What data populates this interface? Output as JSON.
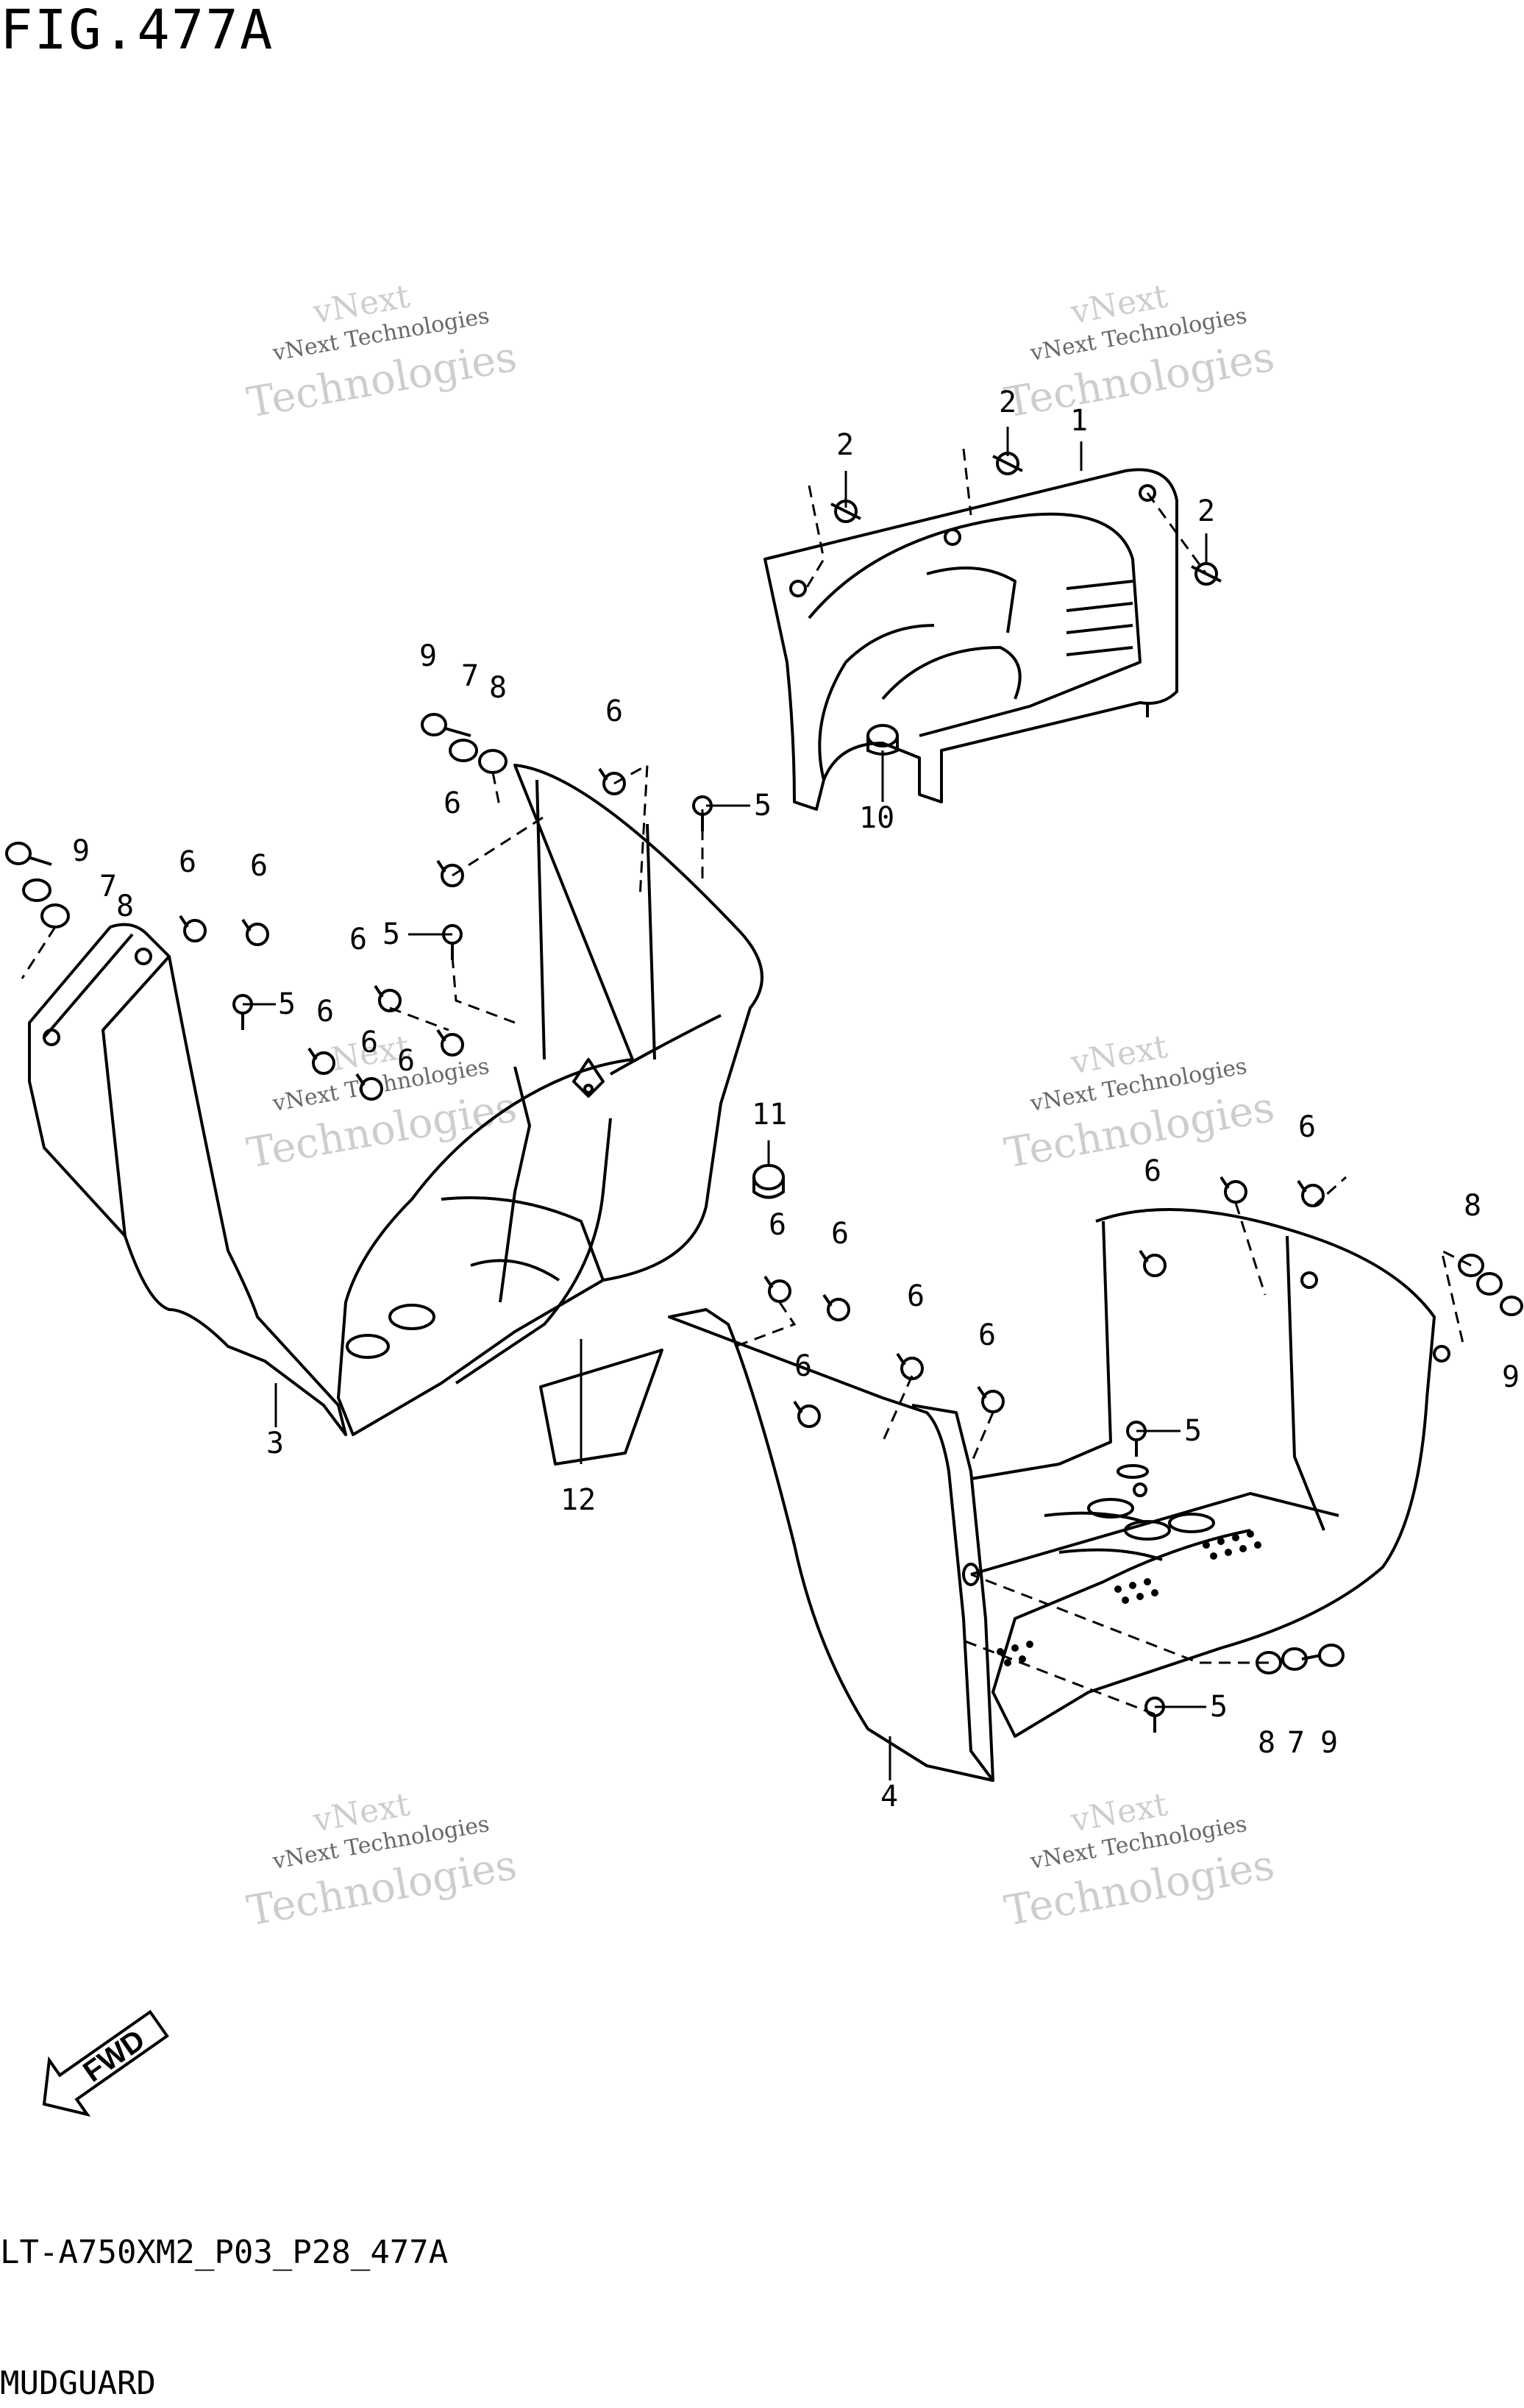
{
  "figure": {
    "title": "FIG.477A",
    "model_code": "LT-A750XM2_P03_P28_477A",
    "section_name": "MUDGUARD"
  },
  "watermark": {
    "line1": "vNext",
    "line2": "vNext Technologies",
    "line3": "Technologies",
    "color": "#c8c8c8"
  },
  "fwd_label": "FWD",
  "callouts": [
    "1",
    "2",
    "2",
    "2",
    "3",
    "4",
    "5",
    "5",
    "5",
    "5",
    "5",
    "6",
    "6",
    "6",
    "6",
    "6",
    "6",
    "6",
    "6",
    "6",
    "6",
    "6",
    "6",
    "6",
    "6",
    "6",
    "7",
    "7",
    "7",
    "8",
    "8",
    "8",
    "8",
    "9",
    "9",
    "9",
    "9",
    "10",
    "11",
    "12"
  ],
  "colors": {
    "line": "#000000",
    "background": "#ffffff"
  }
}
